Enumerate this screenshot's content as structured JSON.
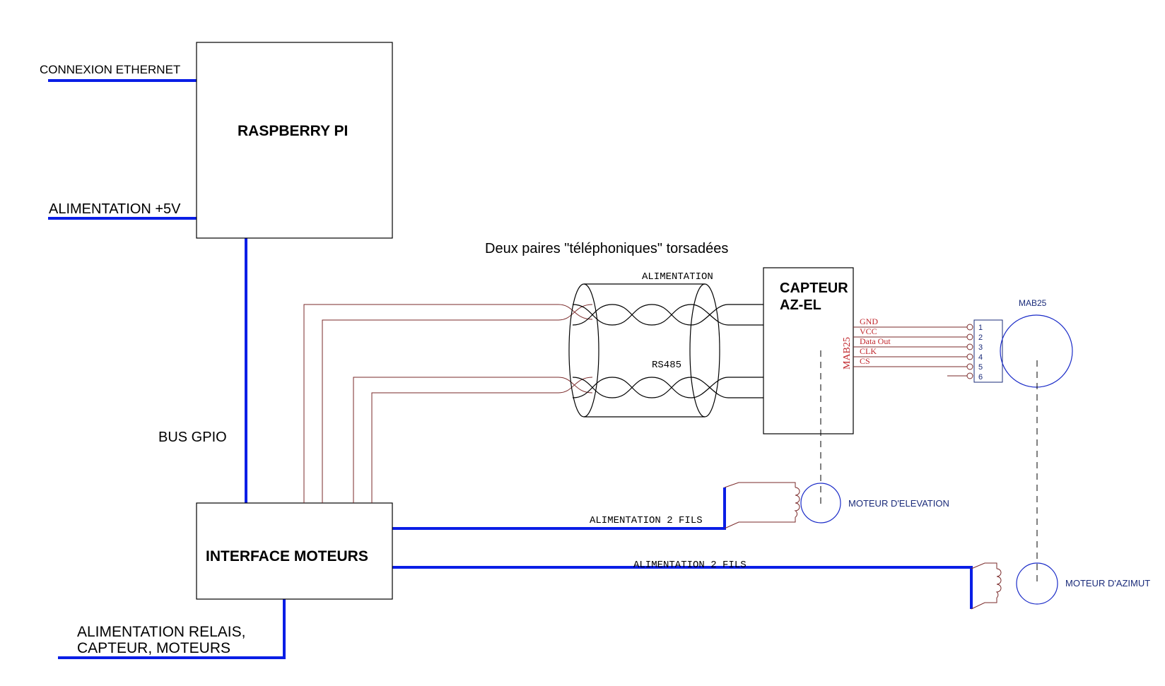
{
  "labels": {
    "ethernet": "CONNEXION ETHERNET",
    "raspberry": "RASPBERRY PI",
    "alim5v": "ALIMENTATION +5V",
    "bus_gpio": "BUS GPIO",
    "twisted_title": "Deux paires \"téléphoniques\" torsadées",
    "alimentation": "ALIMENTATION",
    "rs485": "RS485",
    "capteur_line1": "CAPTEUR",
    "capteur_line2": "AZ-EL",
    "mab25_vertical": "MAB25",
    "mab25_label": "MAB25",
    "interface": "INTERFACE MOTEURS",
    "alim_2_fils_1": "ALIMENTATION 2 FILS",
    "alim_2_fils_2": "ALIMENTATION 2 FILS",
    "moteur_elevation": "MOTEUR D'ELEVATION",
    "moteur_azimut": "MOTEUR D'AZIMUT",
    "alim_relais_line1": "ALIMENTATION RELAIS,",
    "alim_relais_line2": "CAPTEUR, MOTEURS"
  },
  "signals": [
    "GND",
    "VCC",
    "Data Out",
    "CLK",
    "CS"
  ],
  "pins": [
    "1",
    "2",
    "3",
    "4",
    "5",
    "6"
  ],
  "colors": {
    "bus": "#0a1ee6",
    "wire": "#7a2a2a",
    "signal_text": "#c0262b",
    "outline": "#000000",
    "motor": "#1a2bc8"
  }
}
